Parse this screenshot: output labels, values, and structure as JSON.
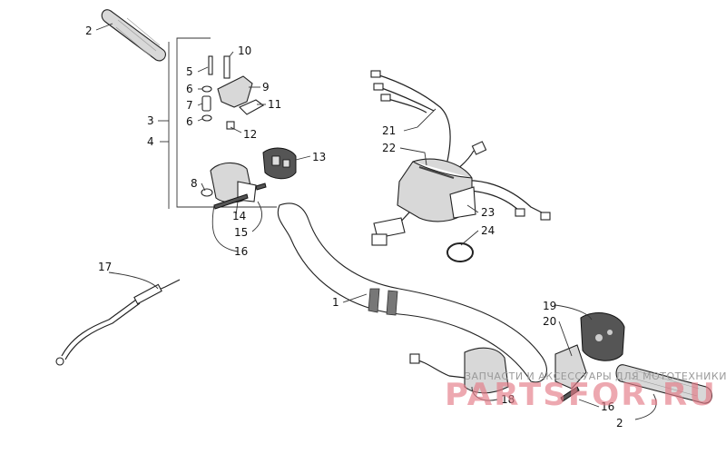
{
  "callouts": {
    "c1": "1",
    "c2a": "2",
    "c2b": "2",
    "c3": "3",
    "c4": "4",
    "c5": "5",
    "c6a": "6",
    "c6b": "6",
    "c7": "7",
    "c8": "8",
    "c9": "9",
    "c10": "10",
    "c11": "11",
    "c12": "12",
    "c13": "13",
    "c14": "14",
    "c15": "15",
    "c16a": "16",
    "c16b": "16",
    "c17": "17",
    "c18": "18",
    "c19": "19",
    "c20": "20",
    "c21": "21",
    "c22": "22",
    "c23": "23",
    "c24": "24"
  },
  "watermark": {
    "caption": "ЗАПЧАСТИ И АКСЕССУАРЫ ДЛЯ МОТОТЕХНИКИ",
    "logo": "PARTSFOR.RU",
    "color": "#e37a86"
  }
}
